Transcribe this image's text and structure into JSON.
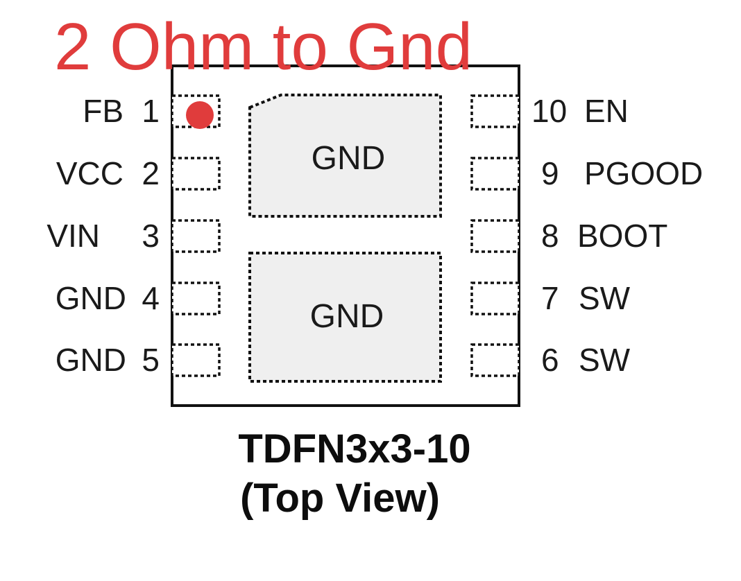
{
  "annotation": {
    "text": "2 Ohm to Gnd",
    "color": "#e03c3c",
    "marker_pin": "1"
  },
  "package": {
    "name": "TDFN3x3-10",
    "view": "(Top View)"
  },
  "pins_left": [
    {
      "number": "1",
      "name": "FB"
    },
    {
      "number": "2",
      "name": "VCC"
    },
    {
      "number": "3",
      "name": "VIN"
    },
    {
      "number": "4",
      "name": "GND"
    },
    {
      "number": "5",
      "name": "GND"
    }
  ],
  "pins_right": [
    {
      "number": "10",
      "name": "EN"
    },
    {
      "number": "9",
      "name": "PGOOD"
    },
    {
      "number": "8",
      "name": "BOOT"
    },
    {
      "number": "7",
      "name": "SW"
    },
    {
      "number": "6",
      "name": "SW"
    }
  ],
  "pads": [
    {
      "label": "GND"
    },
    {
      "label": "GND"
    }
  ]
}
